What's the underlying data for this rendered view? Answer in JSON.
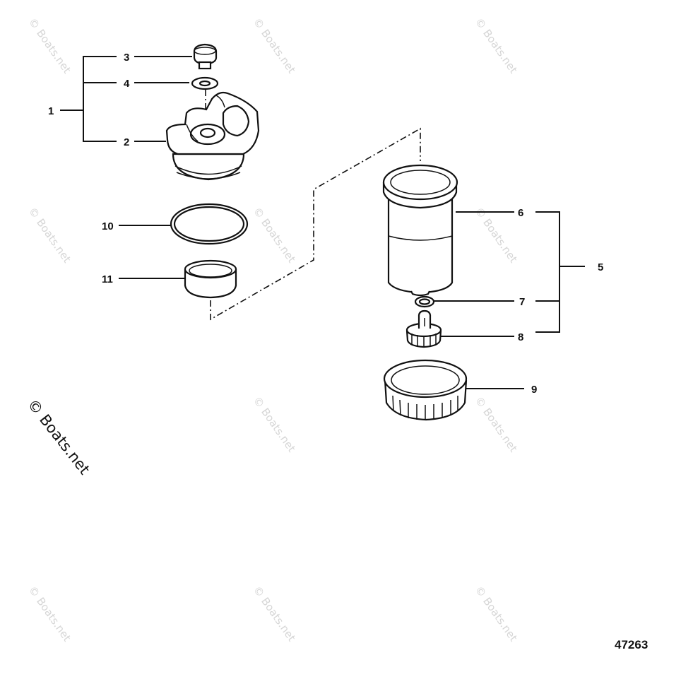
{
  "callouts": {
    "c1": "1",
    "c2": "2",
    "c3": "3",
    "c4": "4",
    "c5": "5",
    "c6": "6",
    "c7": "7",
    "c8": "8",
    "c9": "9",
    "c10": "10",
    "c11": "11"
  },
  "drawing_number": "47263",
  "watermark": {
    "main": "© Boats.net",
    "tile": "© Boats.net"
  }
}
